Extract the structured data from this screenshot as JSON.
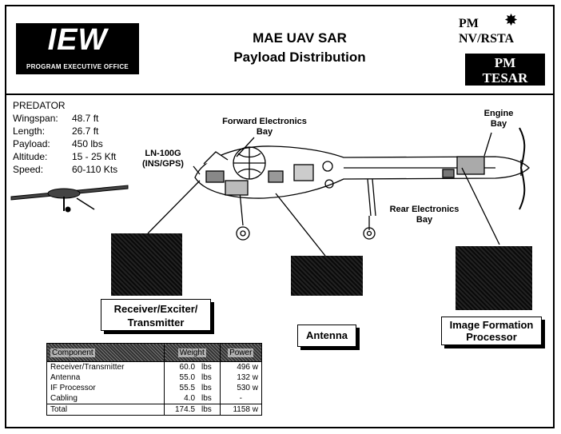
{
  "header": {
    "logo_main": "IEW",
    "logo_sub": "PROGRAM EXECUTIVE OFFICE",
    "title_line1": "MAE UAV SAR",
    "title_line2": "Payload Distribution",
    "pm_logo_1": "PM",
    "pm_logo_2": "NV/RSTA",
    "pm_logo_3": "PM",
    "pm_logo_4": "TESAR"
  },
  "specs": {
    "name": "PREDATOR",
    "rows": [
      {
        "key": "Wingspan:",
        "value": "48.7 ft"
      },
      {
        "key": "Length:",
        "value": "26.7 ft"
      },
      {
        "key": "Payload:",
        "value": "450 lbs"
      },
      {
        "key": "Altitude:",
        "value": "15 - 25 Kft"
      },
      {
        "key": "Speed:",
        "value": "60-110 Kts"
      }
    ]
  },
  "diagram_labels": {
    "forward_bay_1": "Forward Electronics",
    "forward_bay_2": "Bay",
    "engine_bay_1": "Engine",
    "engine_bay_2": "Bay",
    "ln100g_1": "LN-100G",
    "ln100g_2": "(INS/GPS)",
    "rear_bay_1": "Rear Electronics",
    "rear_bay_2": "Bay"
  },
  "components": {
    "rx_label_1": "Receiver/Exciter/",
    "rx_label_2": "Transmitter",
    "antenna_label": "Antenna",
    "ifp_label_1": "Image Formation",
    "ifp_label_2": "Processor"
  },
  "table": {
    "headers": [
      "Component",
      "Weight",
      "Power"
    ],
    "rows": [
      {
        "component": "Receiver/Transmitter",
        "weight": "60.0",
        "unit": "lbs",
        "power": "496 w"
      },
      {
        "component": "Antenna",
        "weight": "55.0",
        "unit": "lbs",
        "power": "132 w"
      },
      {
        "component": "IF Processor",
        "weight": "55.5",
        "unit": "lbs",
        "power": "530 w"
      },
      {
        "component": "Cabling",
        "weight": "4.0",
        "unit": "lbs",
        "power": "-"
      }
    ],
    "total": {
      "component": "Total",
      "weight": "174.5",
      "unit": "lbs",
      "power": "1158 w"
    }
  }
}
